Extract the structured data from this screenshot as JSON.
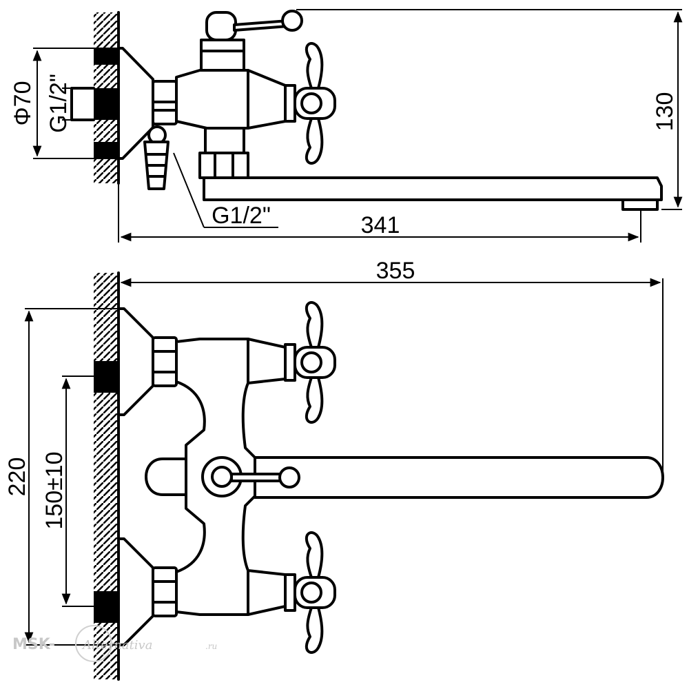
{
  "dimensions": {
    "flange_diameter": "Φ70",
    "inlet_thread": "G1/2\"",
    "outlet_thread": "G1/2\"",
    "height": "130",
    "spout_reach": "341",
    "overall_length": "355",
    "overall_width": "220",
    "inlet_spacing": "150±10"
  },
  "watermark": {
    "brand": "MSK-",
    "script": "Alternativa",
    "suffix": ".ru"
  }
}
